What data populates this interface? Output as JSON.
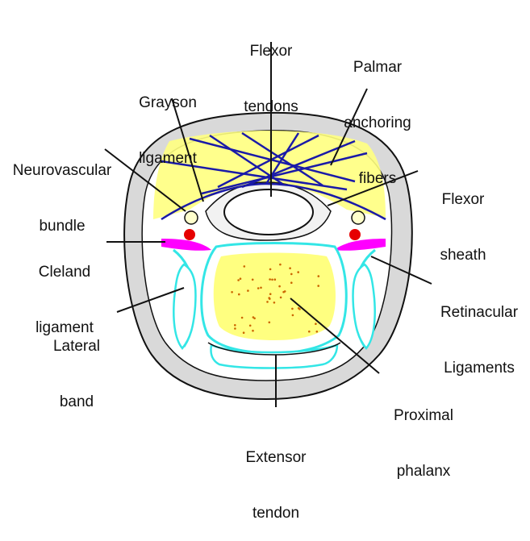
{
  "labels": {
    "flexor_tendons": [
      "Flexor",
      "tendons"
    ],
    "palmar_anchoring_fibers": [
      "Palmar",
      "anchoring",
      "fibers"
    ],
    "grayson_ligament": [
      "Grayson",
      "ligament"
    ],
    "neurovascular_bundle": [
      "Neurovascular",
      "bundle"
    ],
    "flexor_sheath": [
      "Flexor",
      "sheath"
    ],
    "cleland_ligament": [
      "Cleland",
      "ligament"
    ],
    "retinacular_ligaments": [
      "Retinacular",
      "Ligaments"
    ],
    "lateral_band": [
      "Lateral",
      "band"
    ],
    "proximal_phalanx": [
      "Proximal",
      "phalanx"
    ],
    "extensor_tendon": [
      "Extensor",
      "tendon"
    ]
  },
  "colors": {
    "skin": "#d9d9d9",
    "fat": "#ffff80",
    "fibers": "#1a1aa8",
    "ligament_magenta": "#ff00ff",
    "cyan": "#33e6e6",
    "artery": "#e60000",
    "nerve": "#ffffcc",
    "bone_dots": "#cc6600",
    "outline": "#111111"
  }
}
